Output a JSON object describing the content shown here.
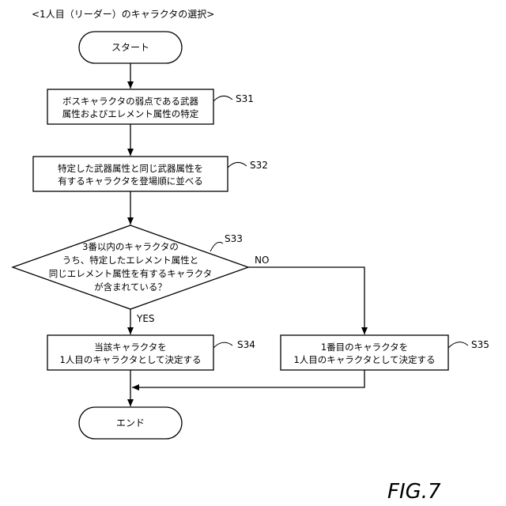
{
  "caption": "<1人目（リーダー）のキャラクタの選択>",
  "start": {
    "label": "スタート"
  },
  "end": {
    "label": "エンド"
  },
  "s31": {
    "step": "S31",
    "lines": [
      "ボスキャラクタの弱点である武器",
      "属性およびエレメント属性の特定"
    ]
  },
  "s32": {
    "step": "S32",
    "lines": [
      "特定した武器属性と同じ武器属性を",
      "有するキャラクタを登場順に並べる"
    ]
  },
  "s33": {
    "step": "S33",
    "lines": [
      "3番以内のキャラクタの",
      "うち、特定したエレメント属性と",
      "同じエレメント属性を有するキャラクタ",
      "が含まれている？"
    ],
    "yes": "YES",
    "no": "NO"
  },
  "s34": {
    "step": "S34",
    "lines": [
      "当該キャラクタを",
      "1人目のキャラクタとして決定する"
    ]
  },
  "s35": {
    "step": "S35",
    "lines": [
      "1番目のキャラクタを",
      "1人目のキャラクタとして決定する"
    ]
  },
  "figure_label": "FIG.7"
}
